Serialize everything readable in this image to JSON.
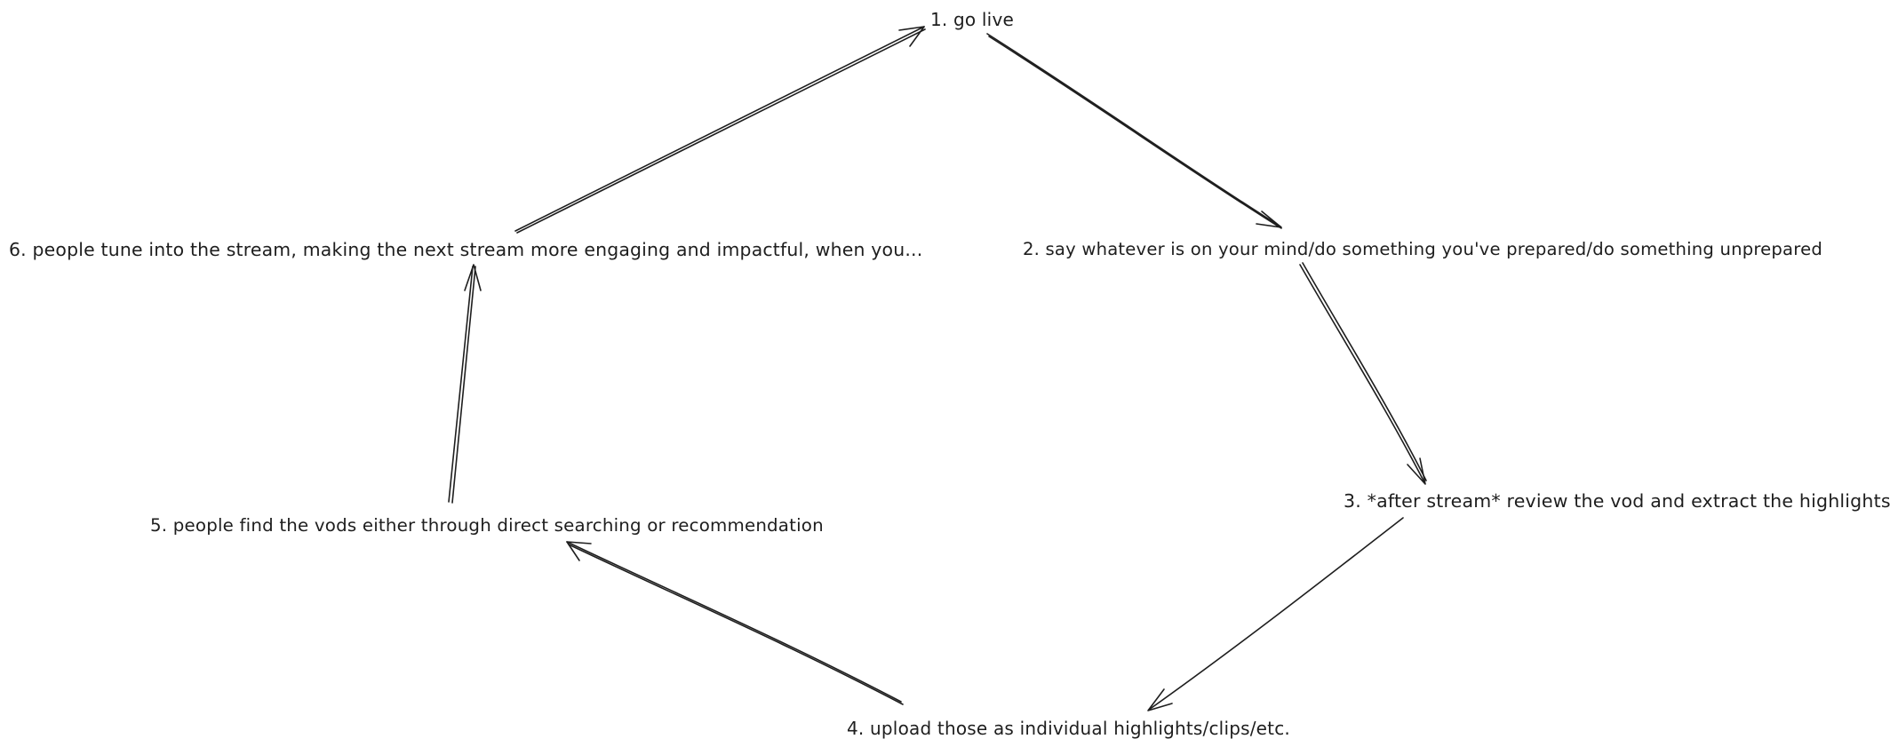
{
  "steps": [
    {
      "label": "1. go live"
    },
    {
      "label": "2. say whatever is on your mind/do something you've prepared/do something unprepared"
    },
    {
      "label": "3. *after stream* review the vod and extract the highlights"
    },
    {
      "label": "4. upload those as individual highlights/clips/etc."
    },
    {
      "label": "5. people find the vods either through direct searching or recommendation"
    },
    {
      "label": "6. people tune into the stream, making the next stream more engaging and impactful, when you..."
    }
  ],
  "connections": [
    {
      "from": 1,
      "to": 2
    },
    {
      "from": 2,
      "to": 3
    },
    {
      "from": 3,
      "to": 4
    },
    {
      "from": 4,
      "to": 5
    },
    {
      "from": 5,
      "to": 6
    },
    {
      "from": 6,
      "to": 1
    }
  ],
  "colors": {
    "stroke": "#1e1e1e",
    "text": "#1e1e1e",
    "background": "#ffffff"
  }
}
